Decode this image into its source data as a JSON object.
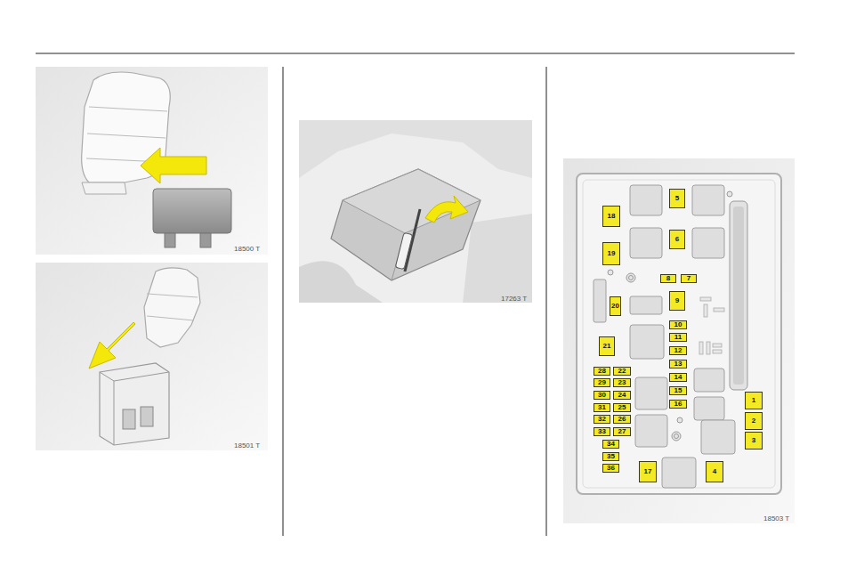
{
  "diagram": {
    "nodes": [
      {
        "text": [
          "1"
        ]
      },
      {
        "text": [
          "2"
        ]
      },
      {
        "text": [
          "3"
        ]
      },
      {
        "text": [
          "4"
        ]
      },
      {
        "text": [
          "5"
        ]
      },
      {
        "text": [
          "6"
        ]
      },
      {
        "text": [
          "7"
        ]
      },
      {
        "text": [
          "8"
        ]
      },
      {
        "text": [
          "9"
        ]
      },
      {
        "text": [
          "10"
        ]
      },
      {
        "text": [
          "11"
        ]
      },
      {
        "text": [
          "12"
        ]
      },
      {
        "text": [
          "13"
        ]
      },
      {
        "text": [
          "14"
        ]
      },
      {
        "text": [
          "15"
        ]
      },
      {
        "text": [
          "16"
        ]
      },
      {
        "text": [
          "17"
        ]
      },
      {
        "text": [
          "18"
        ]
      },
      {
        "text": [
          "19"
        ]
      },
      {
        "text": [
          "20"
        ]
      },
      {
        "text": [
          "21"
        ]
      },
      {
        "text": [
          "22"
        ]
      },
      {
        "text": [
          "23"
        ]
      },
      {
        "text": [
          "24"
        ]
      },
      {
        "text": [
          "25"
        ]
      },
      {
        "text": [
          "26"
        ]
      },
      {
        "text": [
          "27"
        ]
      },
      {
        "text": [
          "28"
        ]
      },
      {
        "text": [
          "29"
        ]
      },
      {
        "text": [
          "30"
        ]
      },
      {
        "text": [
          "31"
        ]
      },
      {
        "text": [
          "32"
        ]
      },
      {
        "text": [
          "33"
        ]
      },
      {
        "text": [
          "34"
        ]
      },
      {
        "text": [
          "35"
        ]
      },
      {
        "text": [
          "36"
        ]
      }
    ],
    "labels": [
      "18500 T",
      "18501 T",
      "17263 T",
      "18503 T"
    ]
  }
}
